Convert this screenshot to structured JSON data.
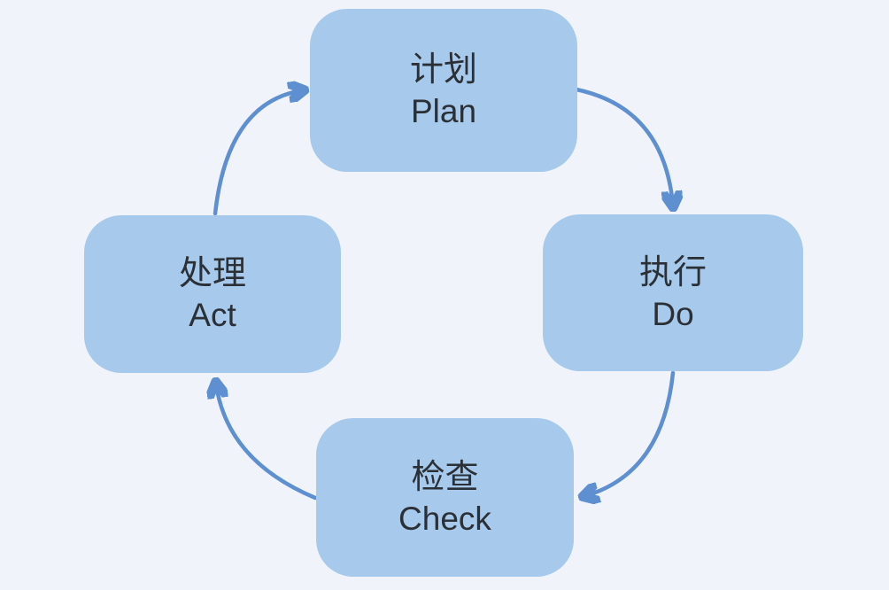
{
  "diagram_type": "cycle",
  "nodes": {
    "plan": {
      "zh": "计划",
      "en": "Plan"
    },
    "do": {
      "zh": "执行",
      "en": "Do"
    },
    "check": {
      "zh": "检查",
      "en": "Check"
    },
    "act": {
      "zh": "处理",
      "en": "Act"
    }
  },
  "edges": [
    {
      "from": "plan",
      "to": "do"
    },
    {
      "from": "do",
      "to": "check"
    },
    {
      "from": "check",
      "to": "act"
    },
    {
      "from": "act",
      "to": "plan"
    }
  ],
  "colors": {
    "background": "#f0f4fa",
    "node_fill": "#a6c9ec",
    "arrow": "#5d8fd1",
    "text": "#2b2f36"
  }
}
